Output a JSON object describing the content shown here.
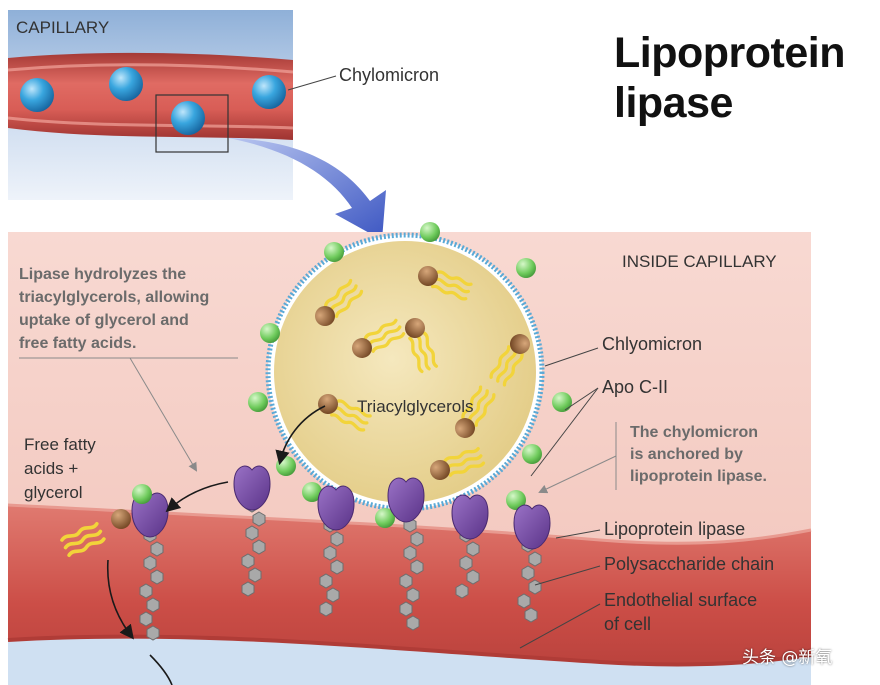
{
  "title": {
    "line1": "Lipoprotein",
    "line2": "lipase"
  },
  "top_panel": {
    "label": "CAPILLARY",
    "chylomicron_label": "Chylomicron"
  },
  "main_panel": {
    "label": "INSIDE CAPILLARY",
    "hydrolysis_note": [
      "Lipase hydrolyzes the",
      "triacylglycerols, allowing",
      "uptake of glycerol and",
      "free fatty acids."
    ],
    "products_label": [
      "Free fatty",
      "acids +",
      "glycerol"
    ],
    "core_label": "Triacylglycerols",
    "anchor_note": [
      "The chylomicron",
      "is anchored by",
      "lipoprotein lipase."
    ],
    "side_labels": {
      "chylomicron": "Chlyomicron",
      "apo": "Apo C-II",
      "lipase": "Lipoprotein lipase",
      "polysaccharide": "Polysaccharide chain",
      "endothelial": [
        "Endothelial surface",
        "of cell"
      ]
    }
  },
  "watermark": "头条 @新氧",
  "colors": {
    "vessel": "#c94a45",
    "vessel_light": "#e8918a",
    "plasma": "#f4c6bd",
    "chylomicron_core": "#ecd9a0",
    "chylomicron_shell": "#5aa9d6",
    "apo_c2": "#7ccf6a",
    "lipase": "#7a4fa6",
    "chain": "#a9a9a9",
    "glycerol_head": "#8a5a2b",
    "fatty_acid": "#f2d43a",
    "arrow": "#4a63c8"
  }
}
